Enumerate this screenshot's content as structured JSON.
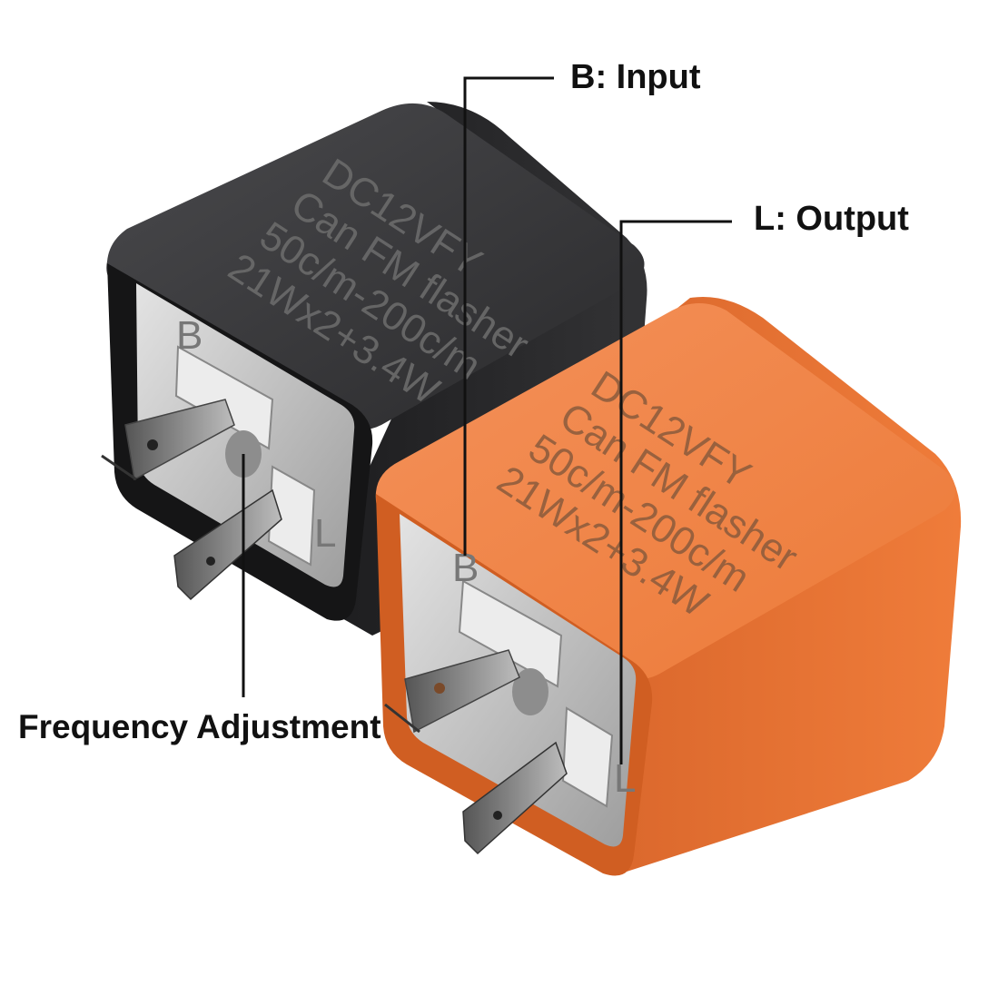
{
  "labels": {
    "input": "B: Input",
    "output": "L: Output",
    "frequency": "Frequency Adjustment"
  },
  "black_unit": {
    "line1": "DC12VFY",
    "line2": "Can FM flasher",
    "line3": "50c/m-200c/m",
    "line4": "21Wx2+3.4W",
    "pin_b": "B",
    "pin_l": "L"
  },
  "orange_unit": {
    "line1": "DC12VFY",
    "line2": "Can FM flasher",
    "line3": "50c/m-200c/m",
    "line4": "21Wx2+3.4W",
    "pin_b": "B",
    "pin_l": "L"
  },
  "colors": {
    "black_body": "#2b2b2d",
    "orange_body": "#ee7a36",
    "metal": "#c9c9c9",
    "label_text": "#111111"
  }
}
